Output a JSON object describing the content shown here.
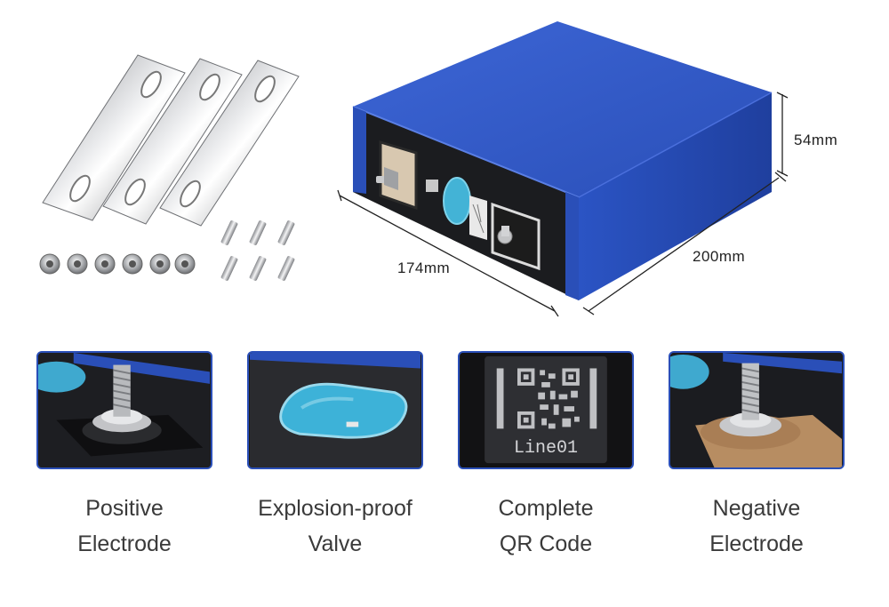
{
  "dimensions": {
    "height": "54mm",
    "length": "174mm",
    "width": "200mm"
  },
  "qr_label": "Line01",
  "features": [
    {
      "line1": "Positive",
      "line2": "Electrode"
    },
    {
      "line1": "Explosion-proof",
      "line2": "Valve"
    },
    {
      "line1": "Complete",
      "line2": "QR Code"
    },
    {
      "line1": "Negative",
      "line2": "Electrode"
    }
  ],
  "colors": {
    "cell_blue": "#2d56c8",
    "frame_blue": "#2a4fb8",
    "valve_cyan": "#43b3d6",
    "caption_gray": "#3a3a3a"
  }
}
